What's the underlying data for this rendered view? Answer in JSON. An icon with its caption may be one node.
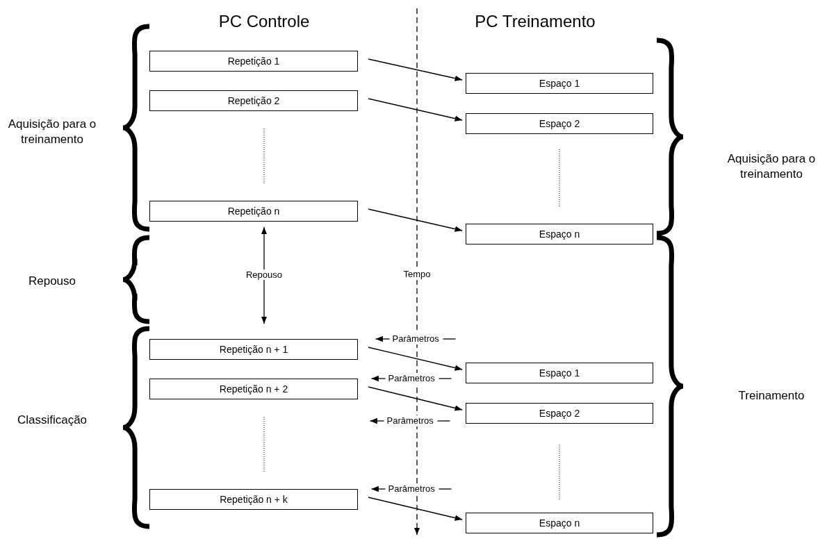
{
  "diagram": {
    "nodes": [
      {
        "text": [
          "Repetição 1"
        ]
      },
      {
        "text": [
          "Espaço 1"
        ]
      },
      {
        "text": [
          "Repetição 2"
        ]
      },
      {
        "text": [
          "Espaço 2"
        ]
      },
      {
        "text": [
          "Repetição n"
        ]
      },
      {
        "text": [
          "Espaço n"
        ]
      },
      {
        "text": [
          "Repetição n + 1"
        ]
      },
      {
        "text": [
          "Espaço 1"
        ]
      },
      {
        "text": [
          "Repetição n + 2"
        ]
      },
      {
        "text": [
          "Espaço 2"
        ]
      },
      {
        "text": [
          "Repetição n + k"
        ]
      },
      {
        "text": [
          "Espaço n"
        ]
      }
    ],
    "edges": [
      {
        "from": 0,
        "to": 1,
        "arrow": "to"
      },
      {
        "from": 2,
        "to": 3,
        "arrow": "to"
      },
      {
        "from": 4,
        "to": 5,
        "arrow": "to"
      },
      {
        "from": 4,
        "to": 6,
        "arrow": "both",
        "label": "Repouso"
      },
      {
        "from": 6,
        "to": 7,
        "arrow": "to"
      },
      {
        "from": 8,
        "to": 9,
        "arrow": "to"
      },
      {
        "from": 10,
        "to": 11,
        "arrow": "to"
      }
    ],
    "labels": [
      "PC Controle",
      "PC Treinamento",
      "Aquisição para o treinamento",
      "Aquisição para o treinamento",
      "Repouso",
      "Tempo",
      "Parâmetros",
      "Parâmetros",
      "Parâmetros",
      "Treinamento",
      "Classificação",
      "Parâmetros"
    ]
  }
}
